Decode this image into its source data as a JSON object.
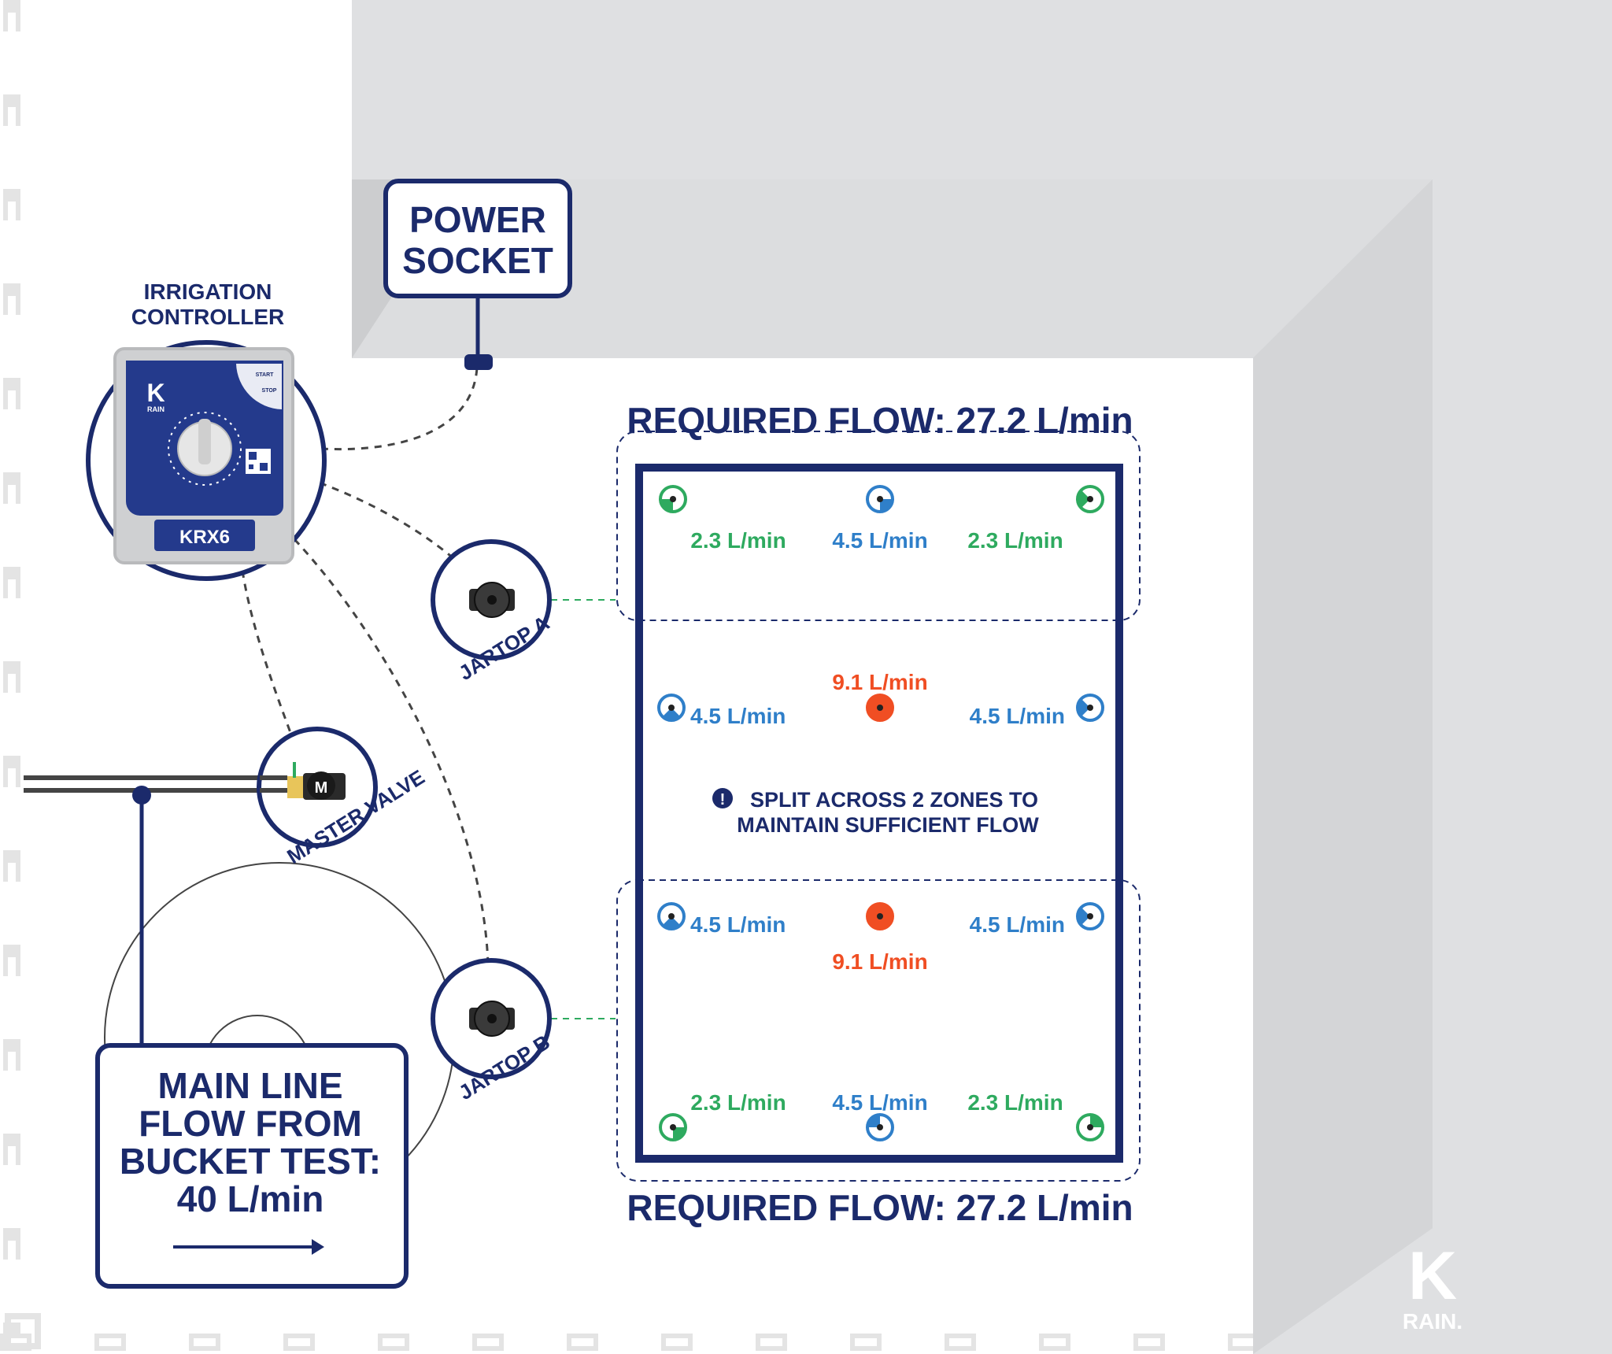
{
  "colors": {
    "navy": "#1b2a6b",
    "green": "#2eaa5f",
    "blue": "#2f7fc9",
    "orange": "#f04e23",
    "wall_light": "#dfe0e2",
    "wall_dark": "#cccdcf"
  },
  "labels": {
    "power_socket_line1": "POWER",
    "power_socket_line2": "SOCKET",
    "controller_line1": "IRRIGATION",
    "controller_line2": "CONTROLLER",
    "controller_model": "KRX6",
    "controller_brand": "RAIN",
    "controller_start": "START",
    "controller_stop": "STOP",
    "jartop_a": "JARTOP A",
    "jartop_b": "JARTOP B",
    "master_valve": "MASTER VALVE",
    "master_valve_symbol": "M",
    "main_line_1": "MAIN LINE",
    "main_line_2": "FLOW FROM",
    "main_line_3": "BUCKET TEST:",
    "main_line_4": "40 L/min",
    "required_flow_top": "REQUIRED FLOW: 27.2 L/min",
    "required_flow_bottom": "REQUIRED FLOW: 27.2 L/min",
    "split_line1": "SPLIT ACROSS 2 ZONES TO",
    "split_line2": "MAINTAIN SUFFICIENT FLOW",
    "split_icon": "!",
    "logo_k": "K",
    "logo_text": "RAIN."
  },
  "sprinklers": {
    "zone_a": [
      {
        "flow": "2.3 L/min",
        "color": "#2eaa5f",
        "icon": "quarter-circle-sprinkler-icon"
      },
      {
        "flow": "4.5 L/min",
        "color": "#2f7fc9",
        "icon": "half-circle-sprinkler-icon"
      },
      {
        "flow": "2.3 L/min",
        "color": "#2eaa5f",
        "icon": "quarter-circle-sprinkler-icon"
      },
      {
        "flow": "4.5 L/min",
        "color": "#2f7fc9",
        "icon": "half-circle-sprinkler-icon"
      },
      {
        "flow": "9.1 L/min",
        "color": "#f04e23",
        "icon": "full-circle-sprinkler-icon"
      },
      {
        "flow": "4.5 L/min",
        "color": "#2f7fc9",
        "icon": "half-circle-sprinkler-icon"
      }
    ],
    "zone_b": [
      {
        "flow": "4.5 L/min",
        "color": "#2f7fc9",
        "icon": "half-circle-sprinkler-icon"
      },
      {
        "flow": "9.1 L/min",
        "color": "#f04e23",
        "icon": "full-circle-sprinkler-icon"
      },
      {
        "flow": "4.5 L/min",
        "color": "#2f7fc9",
        "icon": "half-circle-sprinkler-icon"
      },
      {
        "flow": "2.3 L/min",
        "color": "#2eaa5f",
        "icon": "quarter-circle-sprinkler-icon"
      },
      {
        "flow": "4.5 L/min",
        "color": "#2f7fc9",
        "icon": "half-circle-sprinkler-icon"
      },
      {
        "flow": "2.3 L/min",
        "color": "#2eaa5f",
        "icon": "quarter-circle-sprinkler-icon"
      }
    ]
  }
}
